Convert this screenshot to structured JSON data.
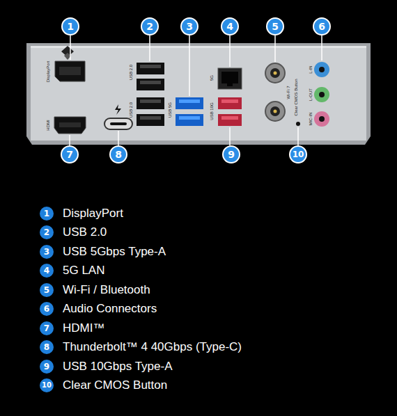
{
  "diagram": {
    "labels": [
      "1",
      "2",
      "3",
      "4",
      "5",
      "6",
      "7",
      "8",
      "9",
      "10",
      "DisplayPort",
      "HDMI",
      "USB 2.0",
      "USB 2.0",
      "USB 5G",
      "5G",
      "USB 10G",
      "Wi-Fi 7",
      "Clear CMOS Button",
      "L-IN",
      "L-OUT",
      "MIC-IN",
      "1",
      "2",
      "3",
      "4",
      "5",
      "6",
      "7",
      "8",
      "9",
      "10"
    ],
    "legend": [
      {
        "text": "DisplayPort"
      },
      {
        "text": "USB 2.0"
      },
      {
        "text": "USB 5Gbps Type-A"
      },
      {
        "text": "5G LAN"
      },
      {
        "text": "Wi-Fi / Bluetooth"
      },
      {
        "text": "Audio Connectors"
      },
      {
        "text": "HDMI™"
      },
      {
        "text": "Thunderbolt™ 4 40Gbps (Type-C)"
      },
      {
        "text": "USB 10Gbps Type-A"
      },
      {
        "text": "Clear CMOS Button"
      }
    ]
  }
}
